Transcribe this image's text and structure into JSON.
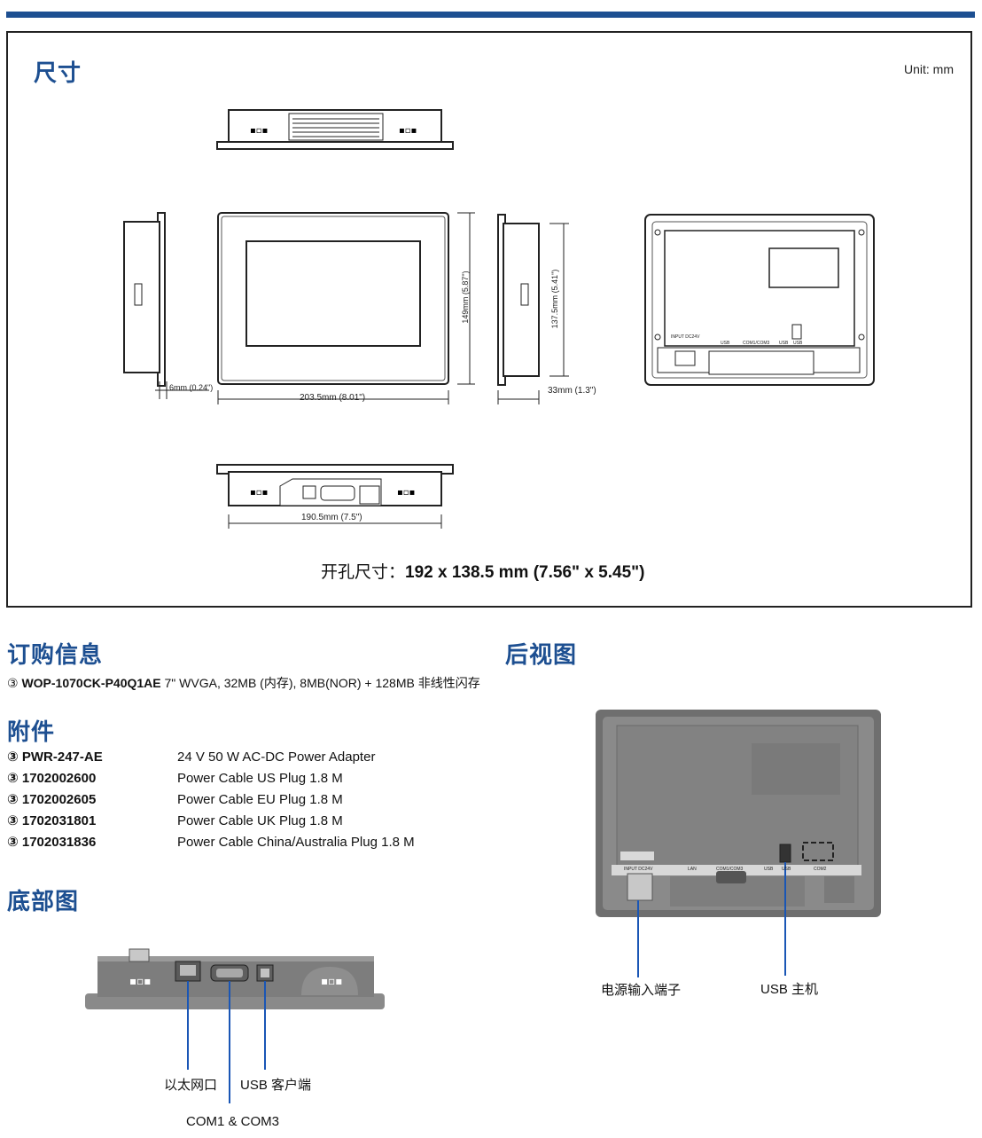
{
  "dimensions": {
    "title": "尺寸",
    "unit": "Unit: mm",
    "labels": {
      "depth_small": "6mm (0.24\")",
      "width_front": "203.5mm (8.01\")",
      "height_front": "149mm (5.87\")",
      "height_side": "137.5mm (5.41\")",
      "depth_side": "33mm (1.3\")",
      "width_bottom": "190.5mm (7.5\")"
    },
    "cutout_prefix": "开孔尺寸：",
    "cutout_value": "192 x 138.5 mm (7.56\" x 5.45\")",
    "back_panel_labels": [
      "INPUT DC24V",
      "USB",
      "COM1/COM3",
      "USB",
      "USB"
    ]
  },
  "ordering": {
    "title": "订购信息",
    "bullet": "③",
    "code": "WOP-1070CK-P40Q1AE",
    "description": "7\" WVGA, 32MB (内存), 8MB(NOR) + 128MB 非线性闪存"
  },
  "accessories": {
    "title": "附件",
    "items": [
      {
        "code": "③ PWR-247-AE",
        "desc": "24 V 50 W AC-DC Power Adapter"
      },
      {
        "code": "③ 1702002600",
        "desc": "Power Cable US Plug 1.8 M"
      },
      {
        "code": "③ 1702002605",
        "desc": "Power Cable EU Plug 1.8 M"
      },
      {
        "code": "③ 1702031801",
        "desc": "Power Cable UK Plug 1.8 M"
      },
      {
        "code": "③ 1702031836",
        "desc": "Power Cable China/Australia Plug 1.8 M"
      }
    ]
  },
  "bottom_view": {
    "title": "底部图",
    "labels": {
      "ethernet": "以太网口",
      "usb_client": "USB 客户端",
      "com": "COM1 & COM3"
    }
  },
  "rear_view": {
    "title": "后视图",
    "panel_labels": [
      "INPUT DC24V",
      "LAN",
      "COM1/COM3",
      "USB",
      "USB",
      "COM2"
    ],
    "labels": {
      "power": "电源输入端子",
      "usb_host": "USB 主机"
    }
  },
  "colors": {
    "accent": "#1d4f91",
    "device_gray": "#7a7a7a",
    "callout_line": "#1a56b5"
  }
}
